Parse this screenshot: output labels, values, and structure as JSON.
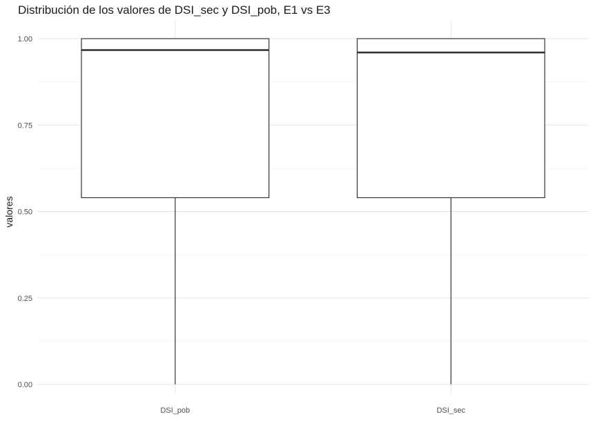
{
  "chart_data": {
    "type": "boxplot",
    "title": "Distribución de los valores de DSI_sec y DSI_pob, E1 vs E3",
    "xlabel": "",
    "ylabel": "valores",
    "ylim": [
      0,
      1
    ],
    "y_ticks": [
      "0.00",
      "0.25",
      "0.50",
      "0.75",
      "1.00"
    ],
    "grid": true,
    "categories": [
      "DSI_pob",
      "DSI_sec"
    ],
    "boxes": [
      {
        "category": "DSI_pob",
        "min": 0.0,
        "q1": 0.54,
        "median": 0.967,
        "q3": 1.0,
        "max": 1.0
      },
      {
        "category": "DSI_sec",
        "min": 0.0,
        "q1": 0.54,
        "median": 0.96,
        "q3": 1.0,
        "max": 1.0
      }
    ]
  }
}
